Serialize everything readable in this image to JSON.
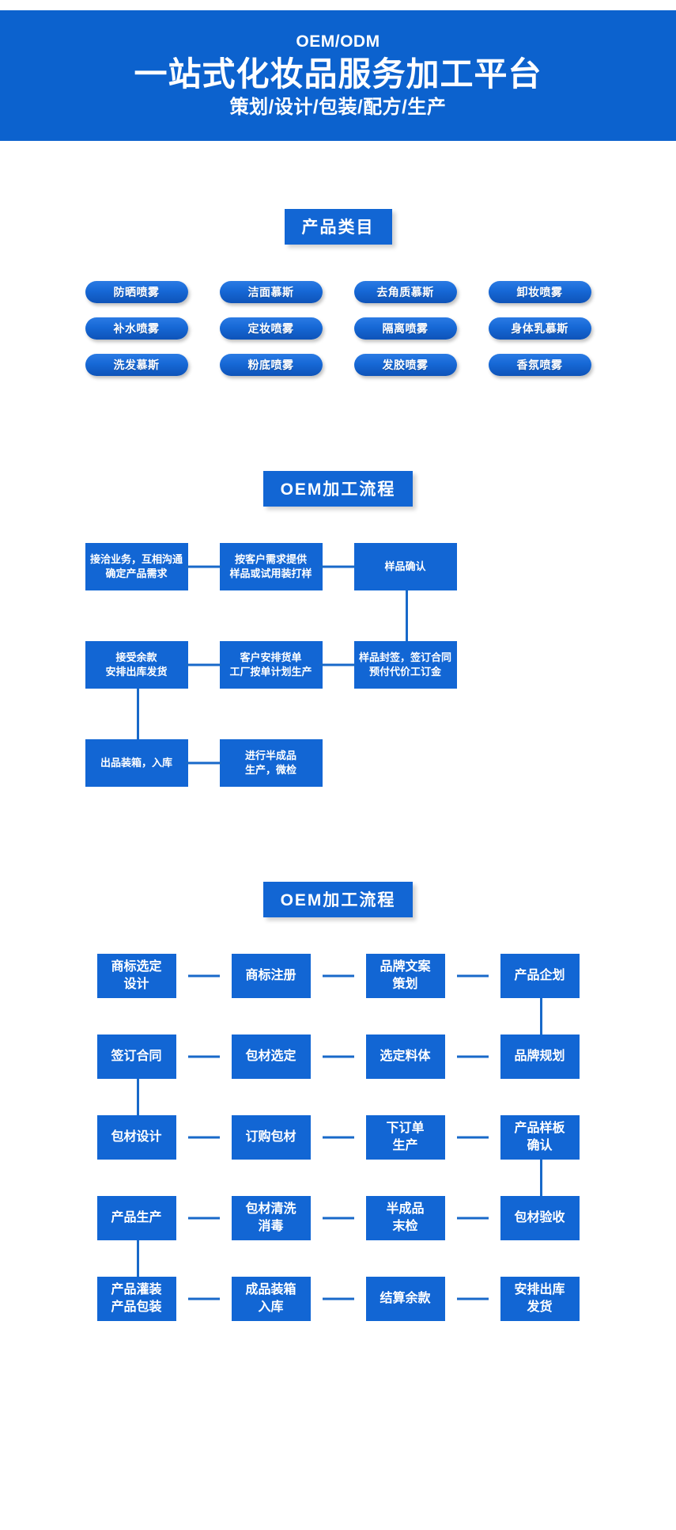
{
  "banner": {
    "eyebrow": "OEM/ODM",
    "title": "一站式化妆品服务加工平台",
    "subtitle": "策划/设计/包装/配方/生产",
    "bg_color": "#0C62CE",
    "text_color": "#FFFFFF"
  },
  "sections": {
    "products_title": "产品类目",
    "flow_a_title": "OEM加工流程",
    "flow_b_title": "OEM加工流程"
  },
  "theme": {
    "brand_blue": "#1266D4",
    "banner_blue": "#0C62CE",
    "connector_blue": "#1869C9",
    "pill_gradient_top": "#2B7BE4",
    "pill_gradient_bottom": "#0E53B8"
  },
  "products": [
    "防晒喷雾",
    "洁面慕斯",
    "去角质慕斯",
    "卸妆喷雾",
    "补水喷雾",
    "定妆喷雾",
    "隔离喷雾",
    "身体乳慕斯",
    "洗发慕斯",
    "粉底喷雾",
    "发胶喷雾",
    "香氛喷雾"
  ],
  "flow_a": {
    "rows": [
      {
        "direction": "ltr",
        "cells": [
          "接洽业务，互相沟通\n确定产品需求",
          "按客户需求提供\n样品或试用装打样",
          "样品确认",
          ""
        ]
      },
      {
        "direction": "rtl",
        "cells": [
          "接受余款\n安排出库发货",
          "客户安排货单\n工厂按单计划生产",
          "样品封签，签订合同\n预付代价工订金",
          ""
        ]
      },
      {
        "direction": "rtl",
        "cells": [
          "出品装箱，入库",
          "进行半成品\n生产，微检",
          "",
          ""
        ]
      }
    ]
  },
  "flow_b": {
    "rows": [
      {
        "direction": "ltr",
        "cells": [
          "商标选定\n设计",
          "商标注册",
          "品牌文案\n策划",
          "产品企划"
        ]
      },
      {
        "direction": "rtl",
        "cells": [
          "签订合同",
          "包材选定",
          "选定料体",
          "品牌规划"
        ]
      },
      {
        "direction": "ltr",
        "cells": [
          "包材设计",
          "订购包材",
          "下订单\n生产",
          "产品样板\n确认"
        ]
      },
      {
        "direction": "rtl",
        "cells": [
          "产品生产",
          "包材清洗\n消毒",
          "半成品\n末检",
          "包材验收"
        ]
      },
      {
        "direction": "ltr",
        "cells": [
          "产品灌装\n产品包装",
          "成品装箱\n入库",
          "结算余款",
          "安排出库\n发货"
        ]
      }
    ]
  }
}
